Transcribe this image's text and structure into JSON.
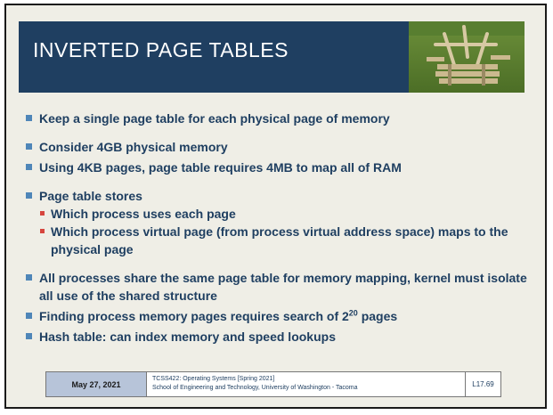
{
  "slide": {
    "title": "INVERTED PAGE TABLES",
    "bullets": [
      "Keep a single page table for each physical page of memory",
      "Consider 4GB physical memory",
      "Using 4KB pages, page table requires 4MB to map all of RAM",
      "Page table stores",
      "Which process uses each page",
      "Which process virtual page (from process virtual address space) maps to the physical page",
      "All processes share the same page table for memory mapping, kernel must isolate all use of the shared structure",
      "Finding process memory pages requires search of 2",
      "20",
      " pages",
      "Hash table: can index memory and speed lookups"
    ]
  },
  "footer": {
    "date": "May 27, 2021",
    "course": "TCSS422: Operating Systems [Spring 2021]",
    "school": "School of Engineering and Technology, University of Washington - Tacoma",
    "slide_number": "L17.69"
  },
  "colors": {
    "title_band": "#1f3f61",
    "text": "#1f3f61",
    "bullet_square": "#4f86b8",
    "sub_bullet_square": "#d6463e",
    "footer_date_bg": "#b7c4d9"
  }
}
